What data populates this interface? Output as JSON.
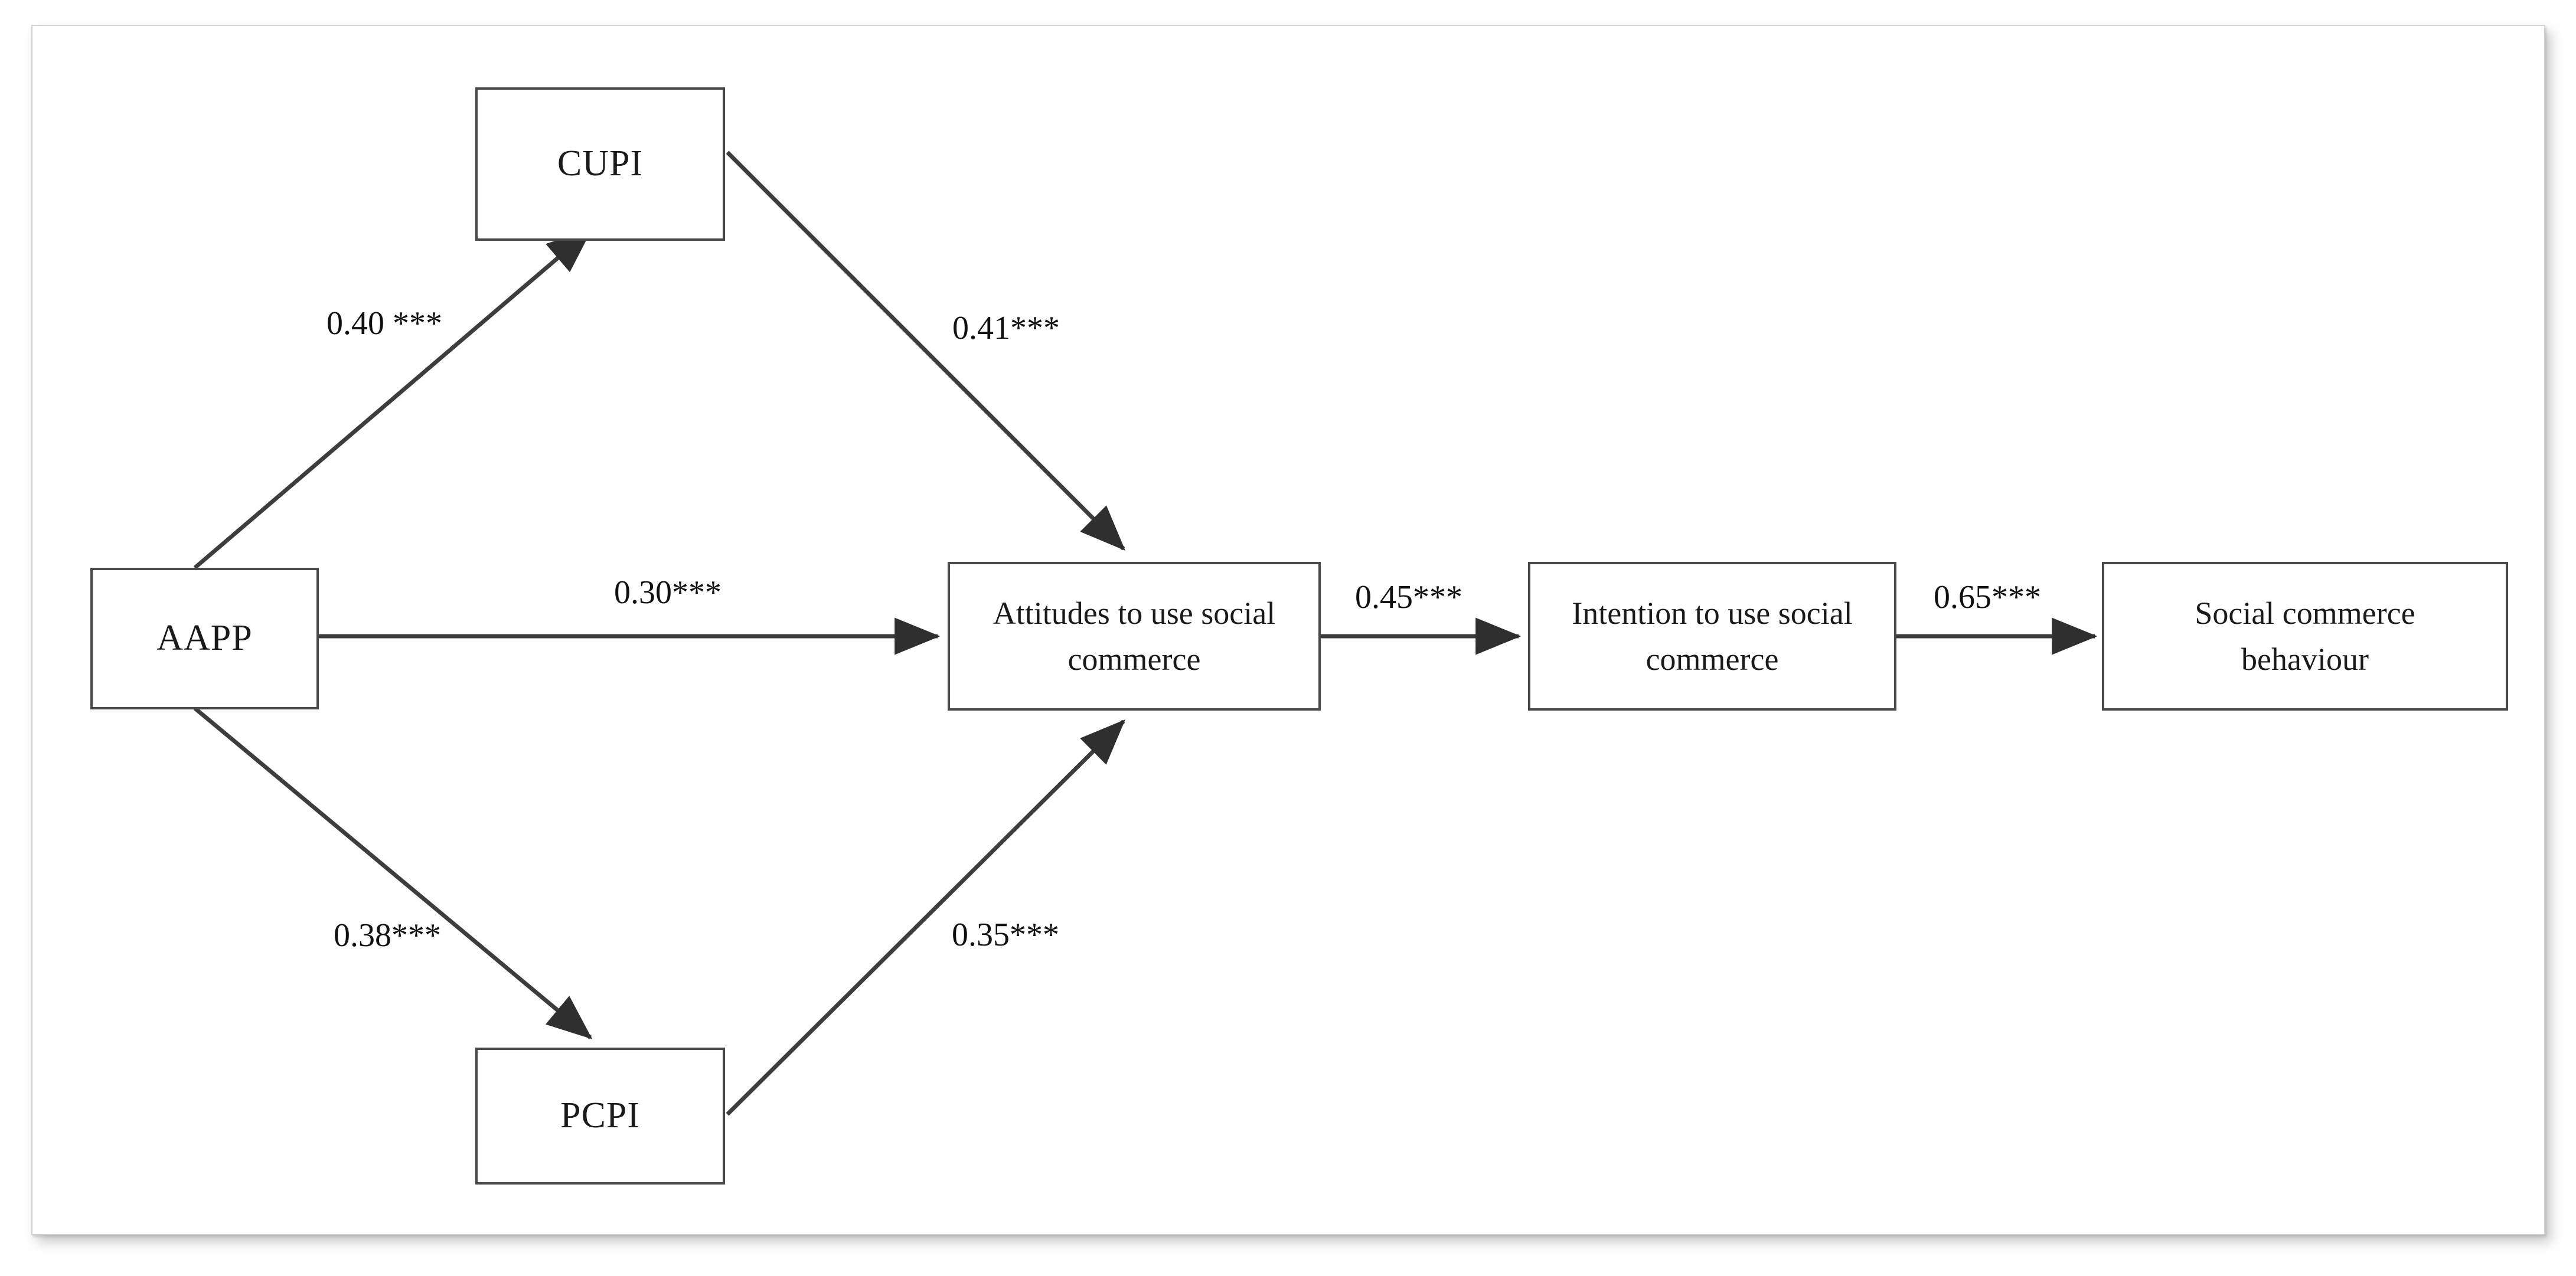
{
  "figure": {
    "type": "path-diagram",
    "description": "Structural equation model path diagram of social commerce adoption"
  },
  "nodes": [
    {
      "id": "cupi",
      "label": "CUPI"
    },
    {
      "id": "aapp",
      "label": "AAPP"
    },
    {
      "id": "pcpi",
      "label": "PCPI"
    },
    {
      "id": "attitudes",
      "label": "Attitudes  to use social\ncommerce"
    },
    {
      "id": "intention",
      "label": "Intention  to use social\ncommerce"
    },
    {
      "id": "behaviour",
      "label": "Social commerce\nbehaviour"
    }
  ],
  "edges": [
    {
      "id": "aapp-cupi",
      "from": "aapp",
      "to": "cupi",
      "label": "0.40 ***",
      "coefficient": 0.4,
      "significance": "***"
    },
    {
      "id": "cupi-attitudes",
      "from": "cupi",
      "to": "attitudes",
      "label": "0.41***",
      "coefficient": 0.41,
      "significance": "***"
    },
    {
      "id": "aapp-attitudes",
      "from": "aapp",
      "to": "attitudes",
      "label": "0.30***",
      "coefficient": 0.3,
      "significance": "***"
    },
    {
      "id": "aapp-pcpi",
      "from": "aapp",
      "to": "pcpi",
      "label": "0.38***",
      "coefficient": 0.38,
      "significance": "***"
    },
    {
      "id": "pcpi-attitudes",
      "from": "pcpi",
      "to": "attitudes",
      "label": "0.35***",
      "coefficient": 0.35,
      "significance": "***"
    },
    {
      "id": "attitudes-intention",
      "from": "attitudes",
      "to": "intention",
      "label": "0.45***",
      "coefficient": 0.45,
      "significance": "***"
    },
    {
      "id": "intention-behaviour",
      "from": "intention",
      "to": "behaviour",
      "label": "0.65***",
      "coefficient": 0.65,
      "significance": "***"
    }
  ],
  "colors": {
    "box_border": "#4a4a4a",
    "arrow": "#3d3d3d",
    "text": "#1a1a1a",
    "frame_border": "#d2d2d2",
    "background": "#ffffff"
  }
}
